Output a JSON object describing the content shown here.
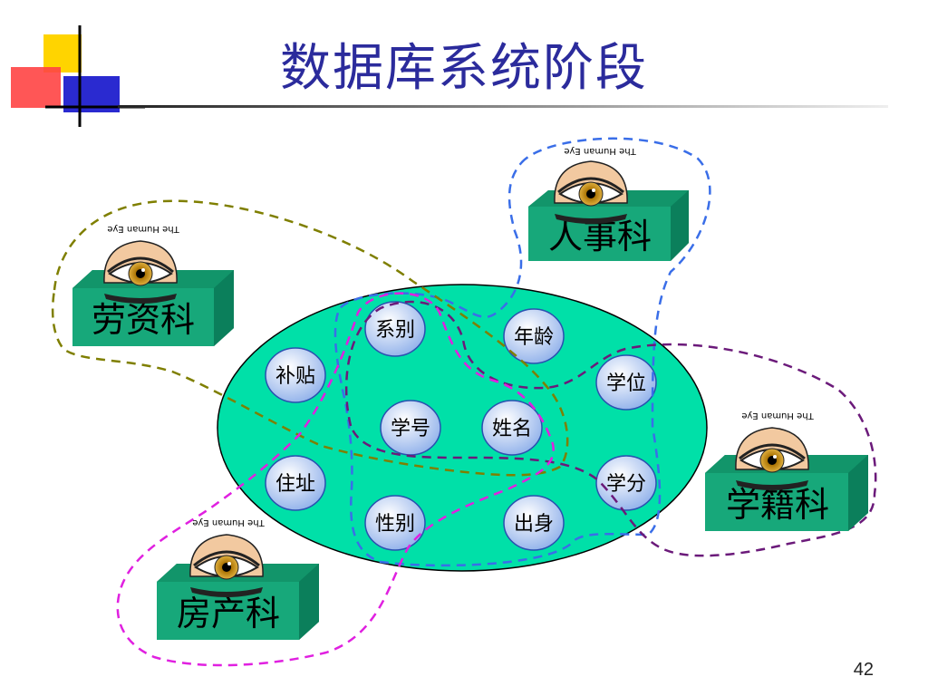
{
  "title": "数据库系统阶段",
  "page_number": "42",
  "eye_label": "The Human Eye",
  "departments": {
    "renshi": "人事科",
    "laozi": "劳资科",
    "xueji": "学籍科",
    "fangchan": "房产科"
  },
  "fields": {
    "xibie": "系别",
    "nianling": "年龄",
    "butie": "补贴",
    "xuewei": "学位",
    "xuehao": "学号",
    "xingming": "姓名",
    "zhuzhi": "住址",
    "xuefen": "学分",
    "xingbie": "性别",
    "chushen": "出身"
  },
  "colors": {
    "title": "#2b2b9c",
    "database": "#00e0a8",
    "box_front": "#17a87a",
    "box_top": "#0b7f5b",
    "node_fill": "#c9d9f7",
    "renshi_outline": "#3a6ee8",
    "laozi_outline": "#7f7f00",
    "xueji_outline": "#6b1a7a",
    "fangchan_outline": "#e020e0"
  },
  "icons": [
    "eye-icon",
    "logo-squares-icon"
  ]
}
